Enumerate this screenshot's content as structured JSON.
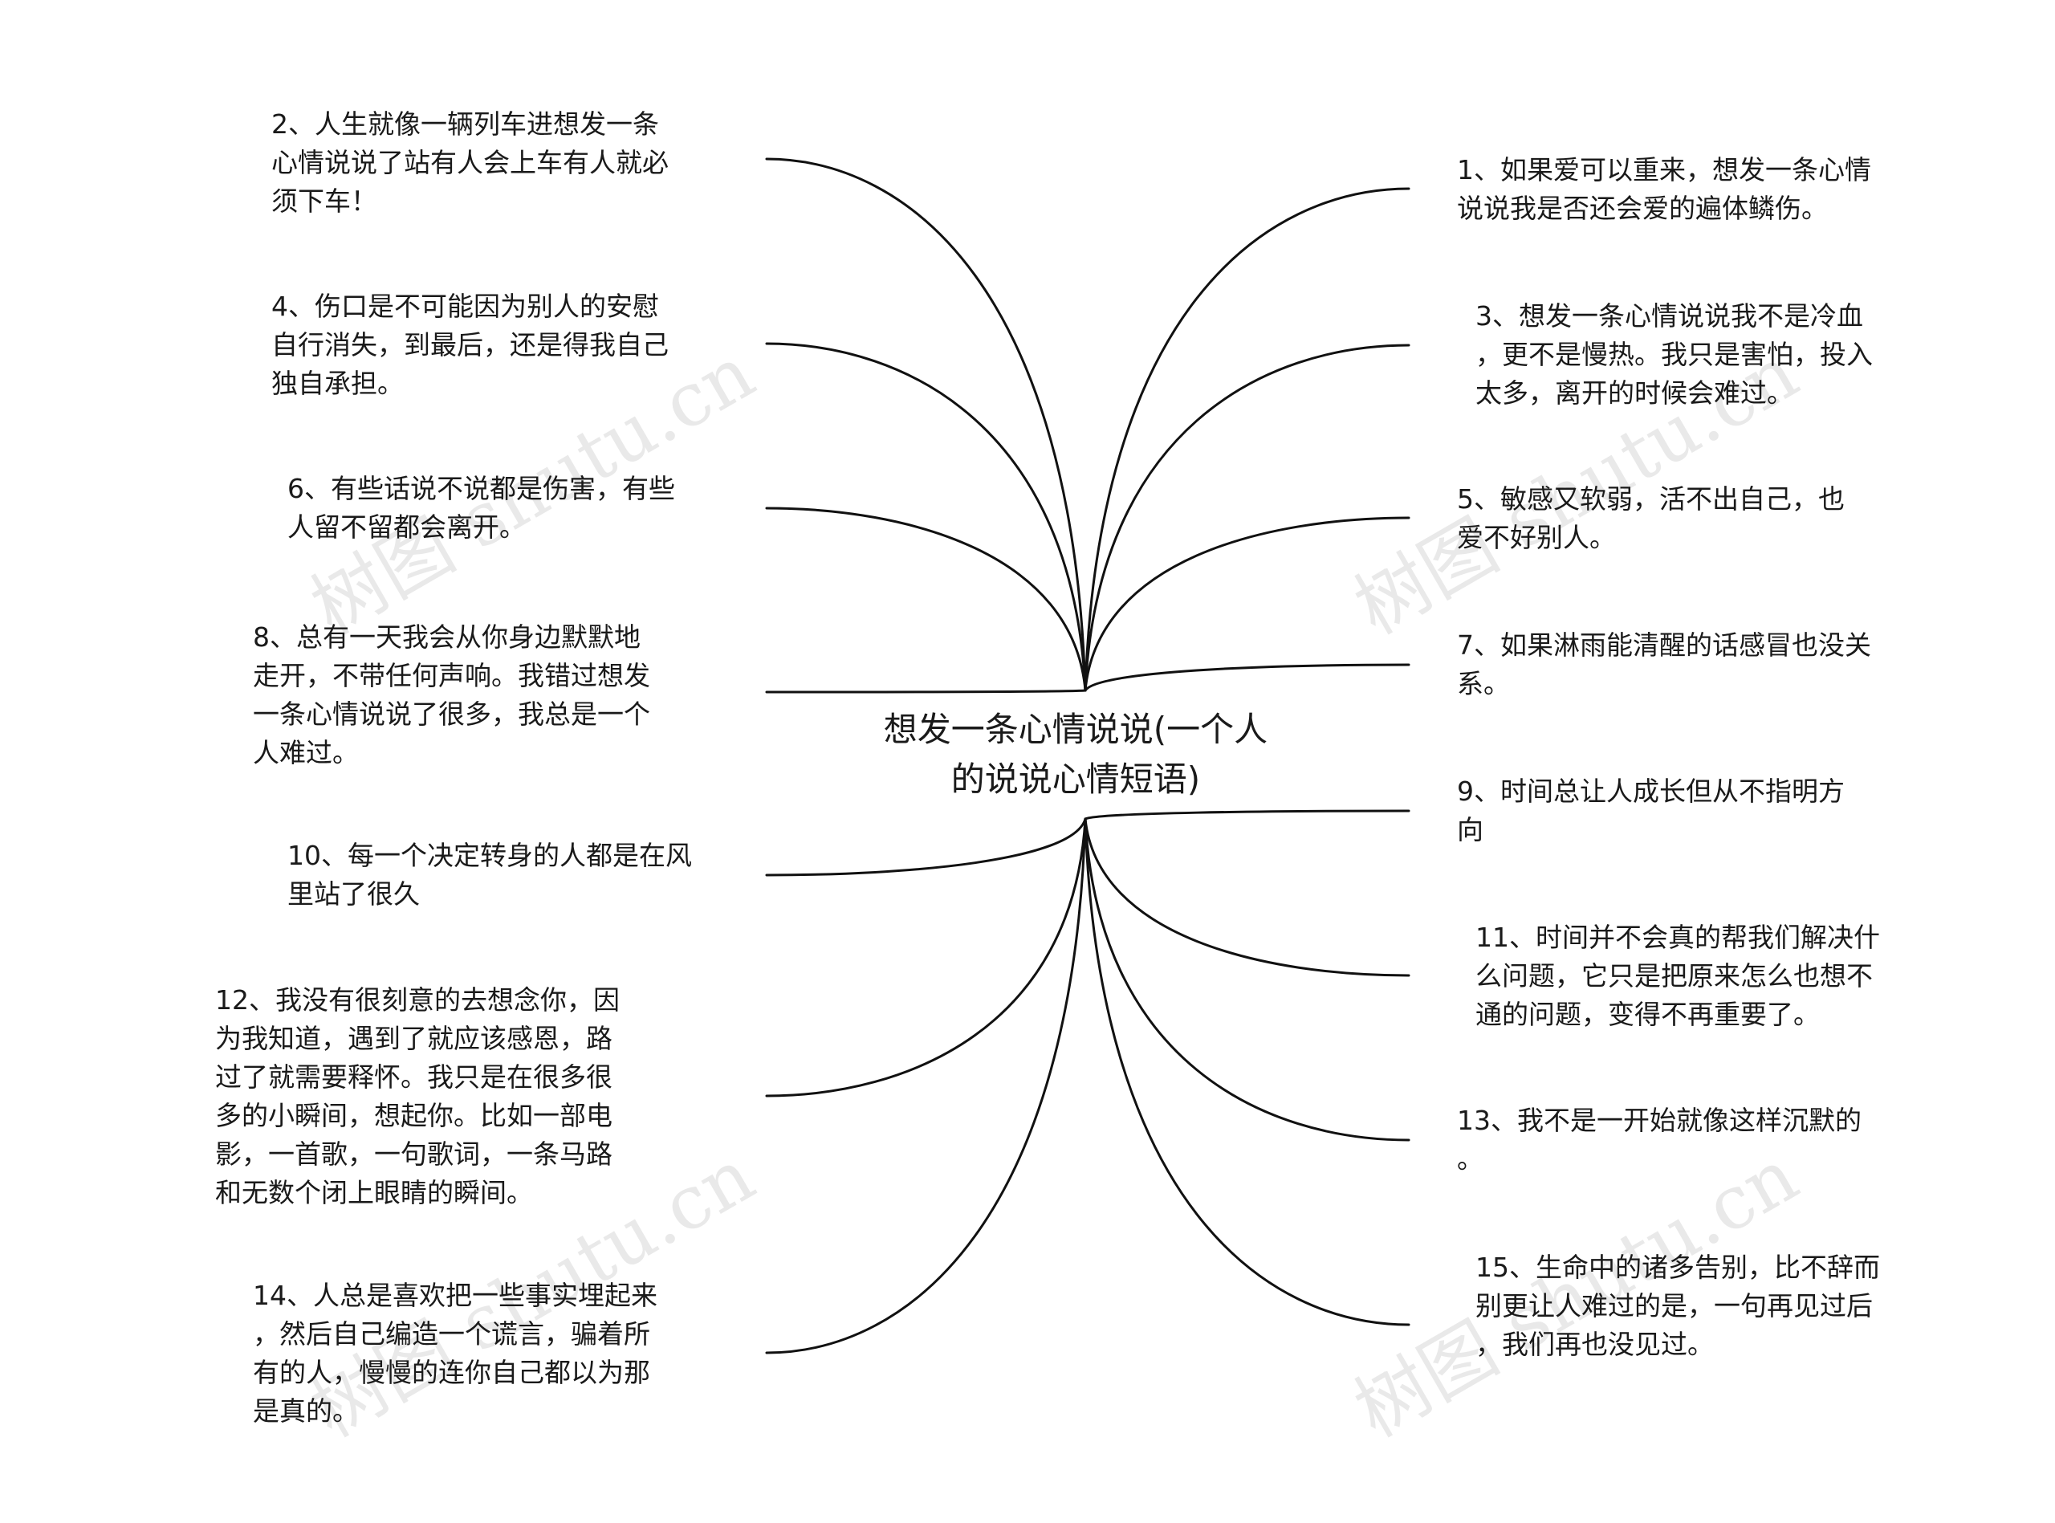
{
  "center": {
    "label": "想发一条心情说说(一个人\n的说说心情短语)"
  },
  "left_nodes": [
    {
      "text": "2、人生就像一辆列车进想发一条\n心情说说了站有人会上车有人就必\n须下车！"
    },
    {
      "text": "4、伤口是不可能因为别人的安慰\n自行消失，到最后，还是得我自己\n独自承担。"
    },
    {
      "text": "6、有些话说不说都是伤害，有些\n人留不留都会离开。"
    },
    {
      "text": "8、总有一天我会从你身边默默地\n走开，不带任何声响。我错过想发\n一条心情说说了很多，我总是一个\n人难过。"
    },
    {
      "text": "10、每一个决定转身的人都是在风\n里站了很久"
    },
    {
      "text": "12、我没有很刻意的去想念你，因\n为我知道，遇到了就应该感恩，路\n过了就需要释怀。我只是在很多很\n多的小瞬间，想起你。比如一部电\n影，一首歌，一句歌词，一条马路\n和无数个闭上眼睛的瞬间。"
    },
    {
      "text": "14、人总是喜欢把一些事实埋起来\n，然后自己编造一个谎言，骗着所\n有的人，慢慢的连你自己都以为那\n是真的。"
    }
  ],
  "right_nodes": [
    {
      "text": "1、如果爱可以重来，想发一条心情\n说说我是否还会爱的遍体鳞伤。"
    },
    {
      "text": "3、想发一条心情说说我不是冷血\n，更不是慢热。我只是害怕，投入\n太多，离开的时候会难过。"
    },
    {
      "text": "5、敏感又软弱，活不出自己，也\n爱不好别人。"
    },
    {
      "text": "7、如果淋雨能清醒的话感冒也没关\n系。"
    },
    {
      "text": "9、时间总让人成长但从不指明方\n向"
    },
    {
      "text": "11、时间并不会真的帮我们解决什\n么问题，它只是把原来怎么也想不\n通的问题，变得不再重要了。"
    },
    {
      "text": "13、我不是一开始就像这样沉默的\n。"
    },
    {
      "text": "15、生命中的诸多告别，比不辞而\n别更让人难过的是，一句再见过后\n，我们再也没见过。"
    }
  ],
  "watermark": {
    "text": "树图 shutu.cn"
  },
  "colors": {
    "line": "#111111",
    "text": "#1a1a1a",
    "background": "#ffffff"
  }
}
